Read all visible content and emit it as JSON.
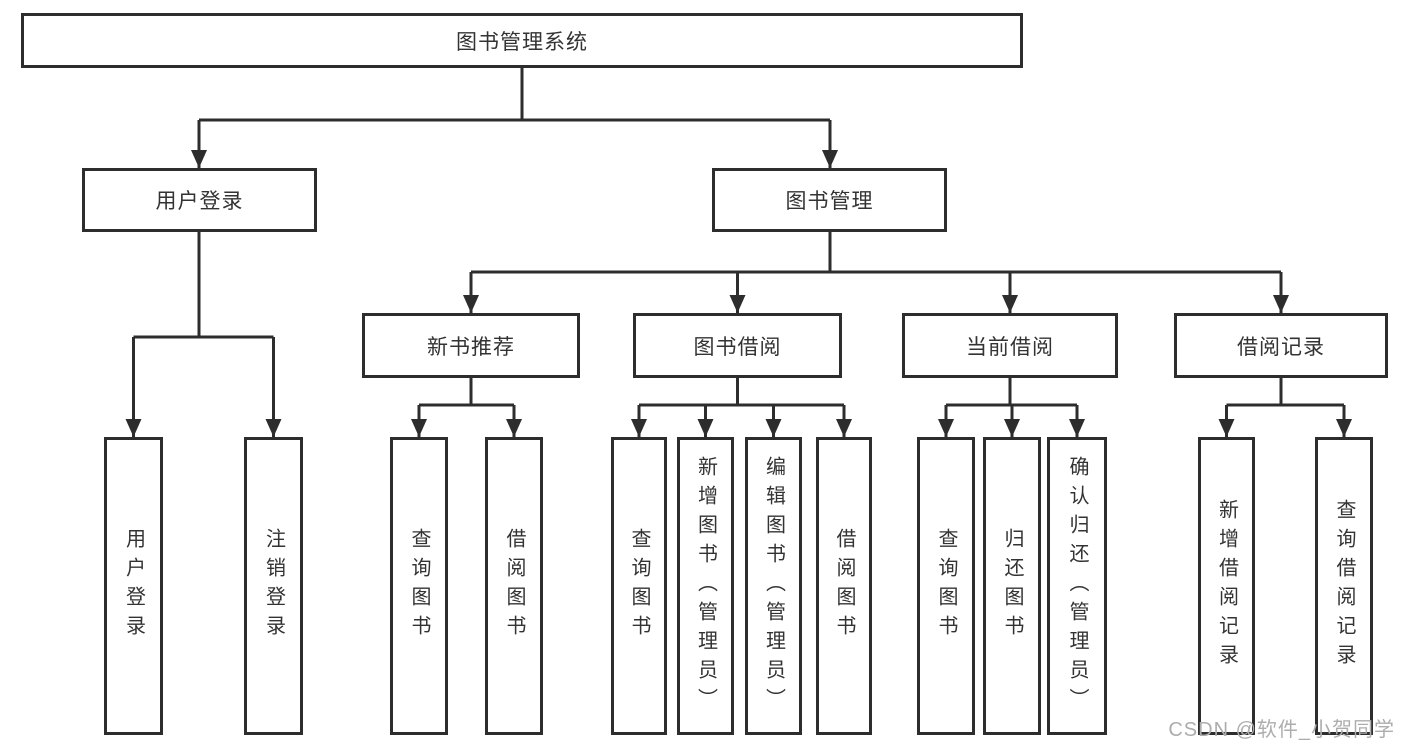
{
  "nodes": {
    "root": "图书管理系统",
    "user_login": "用户登录",
    "book_management": "图书管理",
    "new_book_recommend": "新书推荐",
    "book_borrow": "图书借阅",
    "current_borrow": "当前借阅",
    "borrow_record": "借阅记录",
    "leaf_user_login": "用户登录",
    "leaf_logout": "注销登录",
    "leaf_query_book_a": "查询图书",
    "leaf_borrow_book_a": "借阅图书",
    "leaf_query_book_b": "查询图书",
    "leaf_add_book_admin": "新增图书（管理员）",
    "leaf_edit_book_admin": "编辑图书（管理员）",
    "leaf_borrow_book_b": "借阅图书",
    "leaf_query_book_c": "查询图书",
    "leaf_return_book": "归还图书",
    "leaf_confirm_return_admin": "确认归还（管理员）",
    "leaf_add_borrow_record": "新增借阅记录",
    "leaf_query_borrow_record": "查询借阅记录"
  },
  "watermark": "CSDN @软件_小贺同学",
  "colors": {
    "line": "#2d2d2d",
    "text": "#333333",
    "watermark": "#adadad",
    "background": "#ffffff"
  }
}
